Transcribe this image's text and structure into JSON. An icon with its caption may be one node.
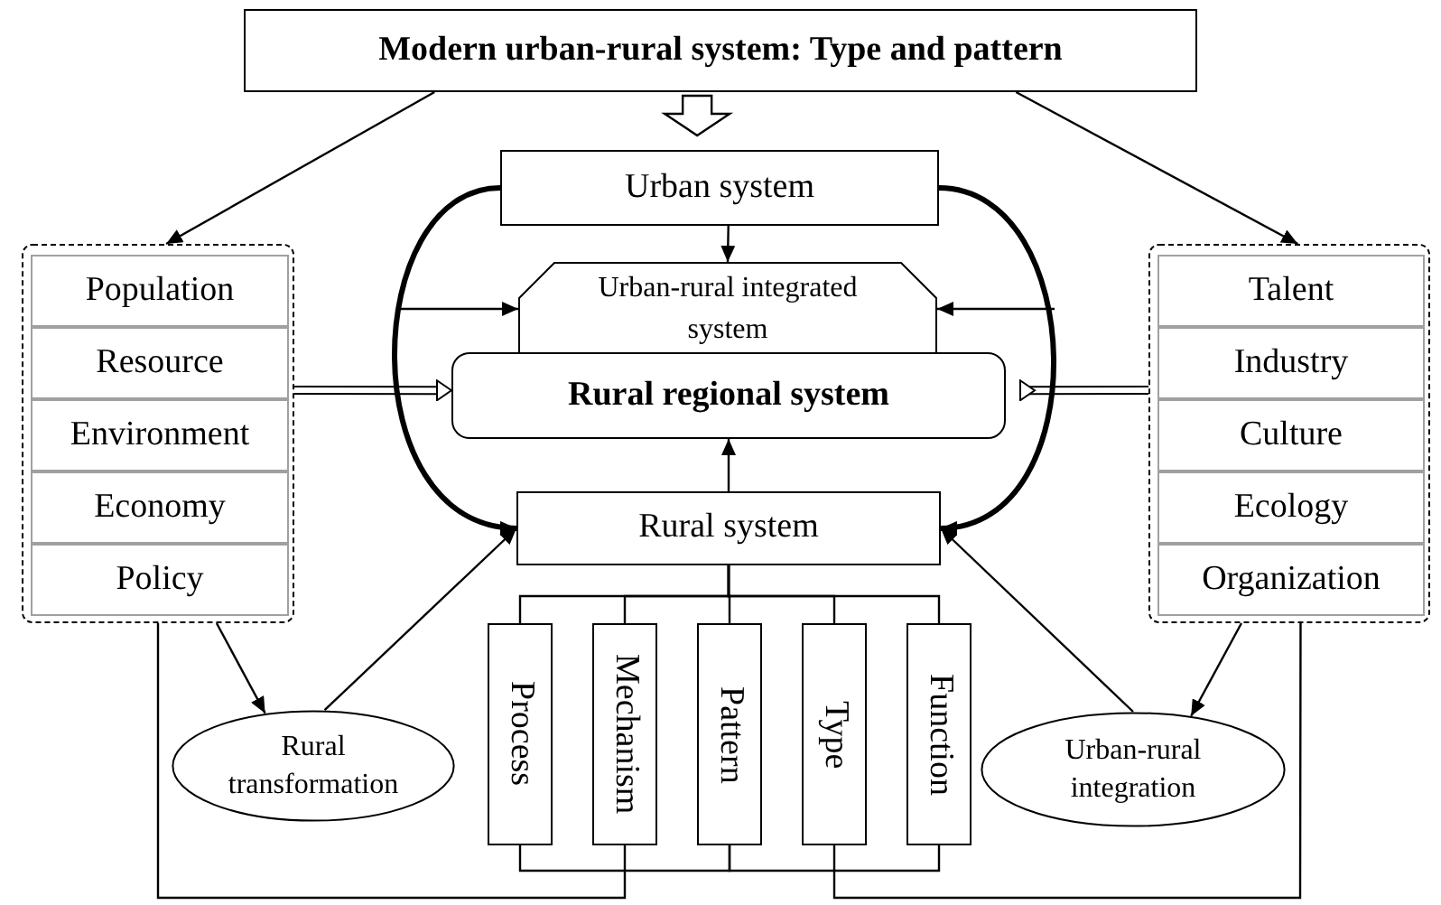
{
  "diagram": {
    "nodes": [
      {
        "text": [
          "Modern urban-rural system: Type and pattern"
        ]
      },
      {
        "text": [
          "Urban system"
        ]
      },
      {
        "text": [
          "Urban-rural integrated system"
        ]
      },
      {
        "text": [
          "Rural regional system"
        ]
      },
      {
        "text": [
          "Rural system"
        ]
      },
      {
        "text": [],
        "shape": "box"
      },
      {
        "text": [
          "Population"
        ],
        "in": 5
      },
      {
        "text": [
          "Resource"
        ],
        "in": 5
      },
      {
        "text": [
          "Environment"
        ],
        "in": 5
      },
      {
        "text": [
          "Economy"
        ],
        "in": 5
      },
      {
        "text": [
          "Policy"
        ],
        "in": 5
      },
      {
        "text": [],
        "shape": "box"
      },
      {
        "text": [
          "Talent"
        ],
        "in": 11
      },
      {
        "text": [
          "Industry"
        ],
        "in": 11
      },
      {
        "text": [
          "Culture"
        ],
        "in": 11
      },
      {
        "text": [
          "Ecology"
        ],
        "in": 11
      },
      {
        "text": [
          "Organization"
        ],
        "in": 11
      },
      {
        "text": [
          "Rural transformation"
        ]
      },
      {
        "text": [
          "Urban-rural integration"
        ]
      },
      {
        "text": [
          "Process"
        ]
      },
      {
        "text": [
          "Mechanism"
        ]
      },
      {
        "text": [
          "Pattern"
        ]
      },
      {
        "text": [
          "Type"
        ]
      },
      {
        "text": [
          "Function"
        ]
      }
    ],
    "edges": [
      {
        "from": 0,
        "to": 5,
        "arrow": "to"
      },
      {
        "from": 0,
        "to": 11,
        "arrow": "to"
      },
      {
        "from": 0,
        "to": 1,
        "arrow": "to",
        "style": "thick"
      },
      {
        "from": 1,
        "to": 2,
        "arrow": "to"
      },
      {
        "from": 4,
        "to": 3,
        "arrow": "to"
      },
      {
        "from": 5,
        "to": 3,
        "arrow": "to"
      },
      {
        "from": 11,
        "to": 3,
        "arrow": "to"
      },
      {
        "from": 1,
        "to": 4,
        "arrow": "to",
        "style": "thick"
      },
      {
        "from": 1,
        "to": 4,
        "arrow": "to",
        "style": "thick"
      },
      {
        "from": null,
        "to": 2,
        "arrow": "to"
      },
      {
        "from": null,
        "to": 2,
        "arrow": "to"
      },
      {
        "from": 5,
        "to": 17,
        "arrow": "to"
      },
      {
        "from": 17,
        "to": 4,
        "arrow": "to"
      },
      {
        "from": 11,
        "to": 18,
        "arrow": "to"
      },
      {
        "from": 18,
        "to": 4,
        "arrow": "to"
      },
      {
        "from": 4,
        "to": 19,
        "arrow": "none"
      },
      {
        "from": 4,
        "to": 20,
        "arrow": "none"
      },
      {
        "from": 4,
        "to": 21,
        "arrow": "none"
      },
      {
        "from": 4,
        "to": 22,
        "arrow": "none"
      },
      {
        "from": 4,
        "to": 23,
        "arrow": "none"
      },
      {
        "from": 19,
        "to": 21,
        "arrow": "none"
      },
      {
        "from": 21,
        "to": 23,
        "arrow": "none"
      },
      {
        "from": 5,
        "to": 20,
        "arrow": "none"
      },
      {
        "from": 11,
        "to": 22,
        "arrow": "none"
      }
    ]
  }
}
